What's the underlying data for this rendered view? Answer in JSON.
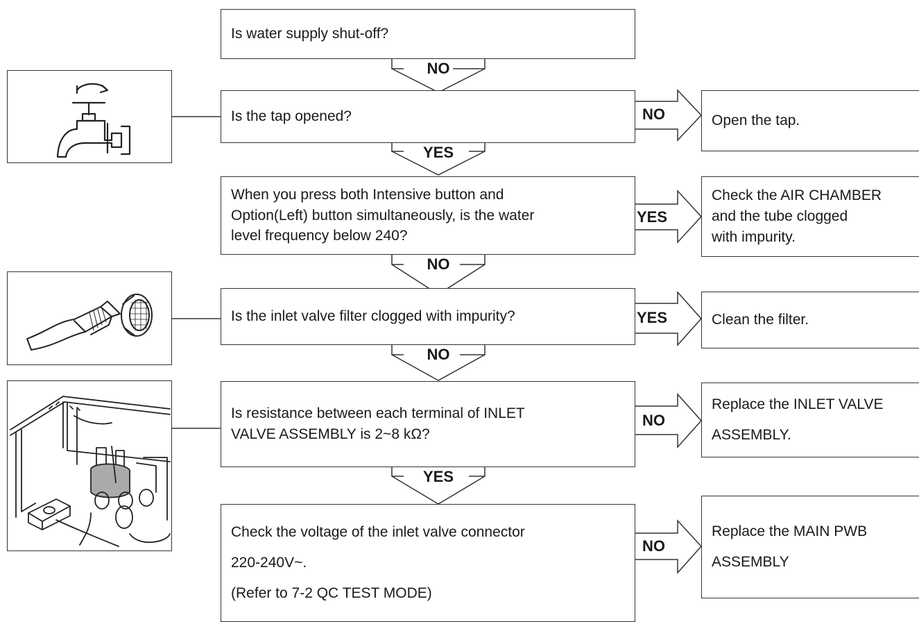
{
  "steps": [
    {
      "question": "Is water supply shut-off?",
      "down_label": "NO"
    },
    {
      "question": "Is the tap opened?",
      "right_label": "NO",
      "action": "Open the tap.",
      "down_label": "YES"
    },
    {
      "question": "When you press both Intensive button and\nOption(Left) button simultaneously, is the water\nlevel frequency below 240?",
      "right_label": "YES",
      "action": "Check the AIR CHAMBER\nand the tube clogged\nwith impurity.",
      "down_label": "NO"
    },
    {
      "question": "Is the inlet valve filter clogged with impurity?",
      "right_label": "YES",
      "action": "Clean the filter.",
      "down_label": "NO"
    },
    {
      "question": "Is resistance between each terminal of INLET\nVALVE ASSEMBLY is 2~8 kΩ?",
      "right_label": "NO",
      "action": "Replace the INLET VALVE\nASSEMBLY.",
      "down_label": "YES"
    },
    {
      "question": "Check the voltage of the inlet valve connector\n220-240V~.\n(Refer to 7-2 QC TEST MODE)",
      "right_label": "NO",
      "action": "Replace the MAIN PWB\nASSEMBLY"
    }
  ],
  "illustrations": [
    {
      "icon": "water-tap-icon"
    },
    {
      "icon": "brush-cleaning-filter-icon"
    },
    {
      "icon": "inlet-valve-assembly-icon"
    }
  ]
}
